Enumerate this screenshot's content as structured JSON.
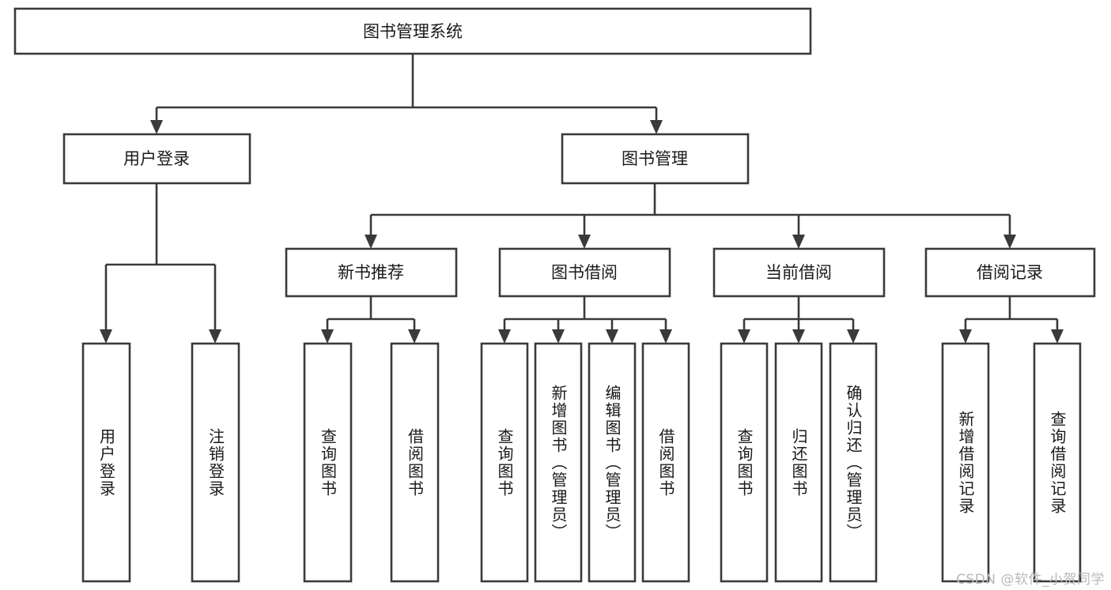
{
  "diagram": {
    "title": "图书管理系统",
    "type": "tree-hierarchy-diagram",
    "colors": {
      "box_stroke": "#3a3a3a",
      "box_fill": "#ffffff",
      "text": "#1a1a1a",
      "background": "#ffffff",
      "watermark": "#b9b9b9"
    },
    "root": {
      "label": "图书管理系统"
    },
    "level2": [
      {
        "label": "用户登录"
      },
      {
        "label": "图书管理"
      }
    ],
    "level3": [
      {
        "label": "新书推荐"
      },
      {
        "label": "图书借阅"
      },
      {
        "label": "当前借阅"
      },
      {
        "label": "借阅记录"
      }
    ],
    "leaves": {
      "user_login": [
        {
          "label": "用户登录"
        },
        {
          "label": "注销登录"
        }
      ],
      "new_book_recommend": [
        {
          "label": "查询图书"
        },
        {
          "label": "借阅图书"
        }
      ],
      "book_borrow": [
        {
          "label": "查询图书"
        },
        {
          "label": "新增图书（管理员）"
        },
        {
          "label": "编辑图书（管理员）"
        },
        {
          "label": "借阅图书"
        }
      ],
      "current_borrow": [
        {
          "label": "查询图书"
        },
        {
          "label": "归还图书"
        },
        {
          "label": "确认归还（管理员）"
        }
      ],
      "borrow_record": [
        {
          "label": "新增借阅记录"
        },
        {
          "label": "查询借阅记录"
        }
      ]
    }
  },
  "watermark": {
    "text": "CSDN @软件_小贺同学"
  }
}
